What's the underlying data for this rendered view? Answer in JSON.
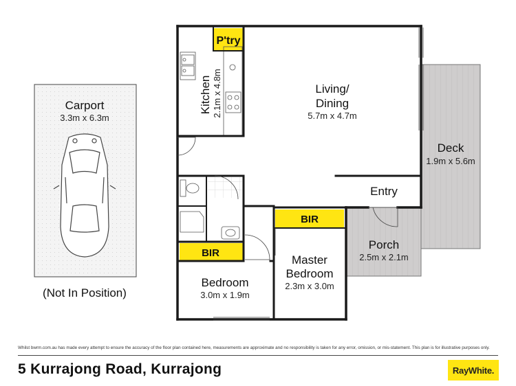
{
  "rooms": {
    "carport": {
      "name": "Carport",
      "dims": "3.3m x 6.3m"
    },
    "kitchen": {
      "name": "Kitchen",
      "dims": "2.1m x 4.8m"
    },
    "pantry": {
      "name": "P'try"
    },
    "living": {
      "name_line1": "Living/",
      "name_line2": "Dining",
      "dims": "5.7m x 4.7m"
    },
    "deck": {
      "name": "Deck",
      "dims": "1.9m x 5.6m"
    },
    "entry": {
      "name": "Entry"
    },
    "porch": {
      "name": "Porch",
      "dims": "2.5m x 2.1m"
    },
    "master": {
      "name_line1": "Master",
      "name_line2": "Bedroom",
      "dims": "2.3m x 3.0m"
    },
    "bedroom": {
      "name": "Bedroom",
      "dims": "3.0m x 1.9m"
    },
    "bir_master": {
      "name": "BIR"
    },
    "bir_bedroom": {
      "name": "BIR"
    }
  },
  "carport_note": "(Not In Position)",
  "footer": {
    "disclaimer": "Whilst bwrm.com.au has made every attempt to ensure the accuracy of the floor plan contained here, measurements are approximate and no responsibility is taken for any error, omission, or mis-statement. This plan is for illustrative purposes only.",
    "address": "5 Kurrajong Road, Kurrajong",
    "logo": "RayWhite."
  },
  "colors": {
    "highlight": "#ffe512",
    "wall": "#1a1a1a",
    "deck": "#cfcdcd",
    "carport": "#f4f4f4"
  }
}
